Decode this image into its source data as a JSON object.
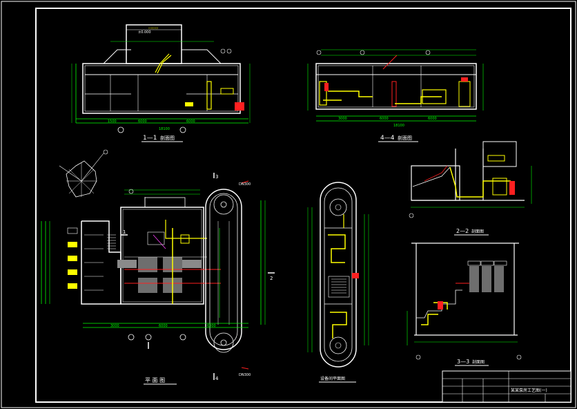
{
  "drawing": {
    "background": "#000000",
    "frame_color": "#ffffff",
    "wall_color": "#ffffff",
    "dim_color": "#00ff00",
    "pipe_color": "#ffff00",
    "accent_red": "#ff2020",
    "accent_magenta": "#ff40ff",
    "accent_cyan": "#40ffff"
  },
  "view_titles": {
    "section_1_1": "1—1",
    "section_1_1_word": "剖面图",
    "section_4_4": "4—4",
    "section_4_4_word": "剖面图",
    "section_2_2": "2—2",
    "section_2_2_word": "剖面图",
    "section_3_3": "3—3",
    "section_3_3_word": "剖面图",
    "plan_main": "平 面 图",
    "plan_sub": "设备间平面图"
  },
  "cut_marks": {
    "l1": "1",
    "l2": "2",
    "l3": "3",
    "l4": "4"
  },
  "title_block": {
    "drawing_name": "某某泵房工艺图(一)",
    "rows": [
      "",
      "",
      "",
      ""
    ]
  },
  "icons": {
    "north_arrow": "wind-rose-icon",
    "axis_bubble": "axis-bubble-icon"
  }
}
